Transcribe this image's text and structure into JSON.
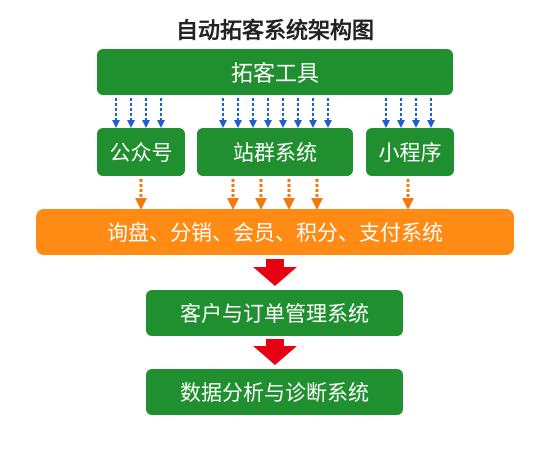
{
  "diagram": {
    "title": "自动拓客系统架构图",
    "top_node": "拓客工具",
    "channels": [
      "公众号",
      "站群系统",
      "小程序"
    ],
    "functions_bar": "询盘、分销、会员、积分、支付系统",
    "order_system": "客户与订单管理系统",
    "analysis_system": "数据分析与诊断系统"
  },
  "colors": {
    "green": "#1f8f2f",
    "orange": "#ff8a14",
    "blue_arrow": "#1f5fd6",
    "orange_arrow": "#f07a12",
    "red_arrow": "#e60012"
  },
  "icons": {
    "dashed_arrow_blue": "arrow-down-dashed",
    "dashed_arrow_orange": "arrow-down-dashed",
    "big_arrow_red": "arrow-down-block"
  }
}
